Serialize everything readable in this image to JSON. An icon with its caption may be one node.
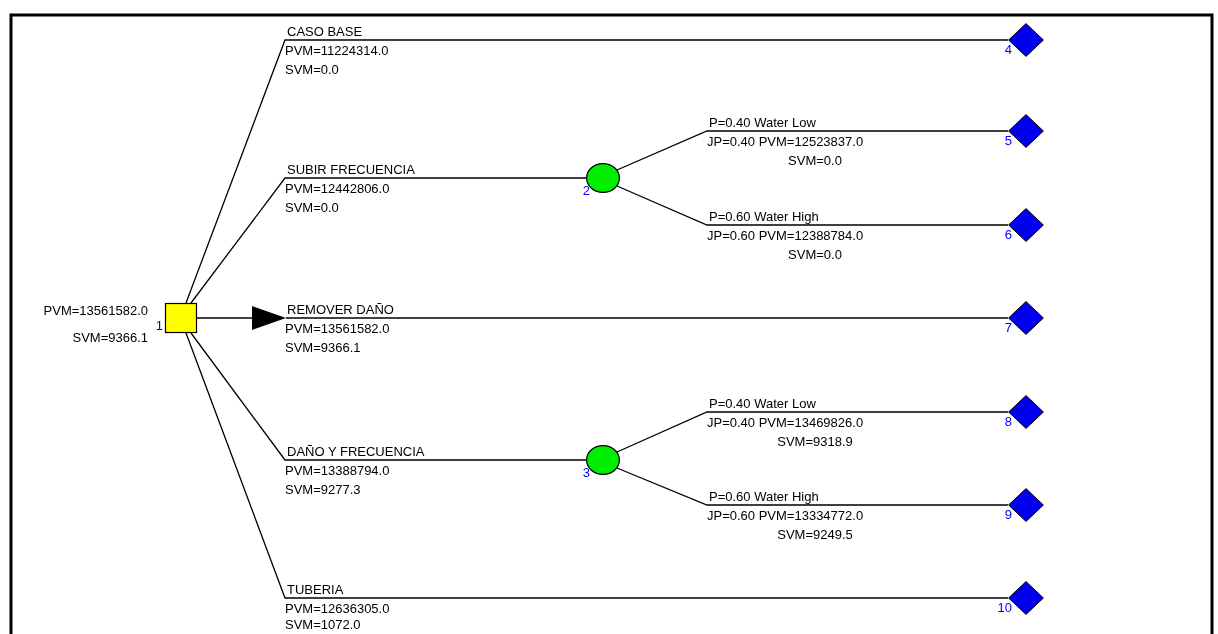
{
  "diagram": {
    "nodes": [
      {
        "text": [],
        "shape": "box",
        "beside": [
          "PVM=13561582.0",
          "SVM=9366.1",
          "1"
        ]
      },
      {
        "text": [],
        "shape": "circle",
        "beside": [
          "2"
        ]
      },
      {
        "text": [],
        "shape": "circle",
        "beside": [
          "3"
        ]
      },
      {
        "text": [],
        "shape": "diamond",
        "beside": [
          "4"
        ]
      },
      {
        "text": [],
        "shape": "diamond",
        "beside": [
          "5"
        ]
      },
      {
        "text": [],
        "shape": "diamond",
        "beside": [
          "6"
        ]
      },
      {
        "text": [],
        "shape": "diamond",
        "beside": [
          "7"
        ]
      },
      {
        "text": [],
        "shape": "diamond",
        "beside": [
          "8"
        ]
      },
      {
        "text": [],
        "shape": "diamond",
        "beside": [
          "9"
        ]
      },
      {
        "text": [],
        "shape": "diamond",
        "beside": [
          "10"
        ]
      },
      {
        "text": [],
        "shape": "triangle"
      }
    ],
    "edges": [
      {
        "from": 0,
        "to": 3,
        "arrow": "none",
        "label": "CASO BASE"
      },
      {
        "from": 0,
        "to": 1,
        "arrow": "none",
        "label": "SUBIR FRECUENCIA"
      },
      {
        "from": 0,
        "to": 10,
        "arrow": "none"
      },
      {
        "from": 10,
        "to": 6,
        "arrow": "none",
        "label": "REMOVER DAÑO"
      },
      {
        "from": 0,
        "to": 2,
        "arrow": "none",
        "label": "DAÑO Y FRECUENCIA"
      },
      {
        "from": 0,
        "to": 9,
        "arrow": "none",
        "label": "TUBERIA"
      },
      {
        "from": 1,
        "to": 4,
        "arrow": "none",
        "label": "P=0.40 Water Low"
      },
      {
        "from": 1,
        "to": 5,
        "arrow": "none",
        "label": "P=0.60 Water High"
      },
      {
        "from": 2,
        "to": 7,
        "arrow": "none",
        "label": "P=0.40 Water Low"
      },
      {
        "from": 2,
        "to": 8,
        "arrow": "none",
        "label": "P=0.60 Water High"
      }
    ],
    "labels": [
      "PVM=11224314.0",
      "SVM=0.0",
      "JP=0.40 PVM=12523837.0",
      "SVM=0.0",
      "PVM=12442806.0",
      "SVM=0.0",
      "JP=0.60 PVM=12388784.0",
      "SVM=0.0",
      "PVM=13561582.0",
      "SVM=9366.1",
      "JP=0.40 PVM=13469826.0",
      "SVM=9318.9",
      "PVM=13388794.0",
      "SVM=9277.3",
      "JP=0.60 PVM=13334772.0",
      "SVM=9249.5",
      "PVM=12636305.0",
      "SVM=1072.0"
    ]
  }
}
